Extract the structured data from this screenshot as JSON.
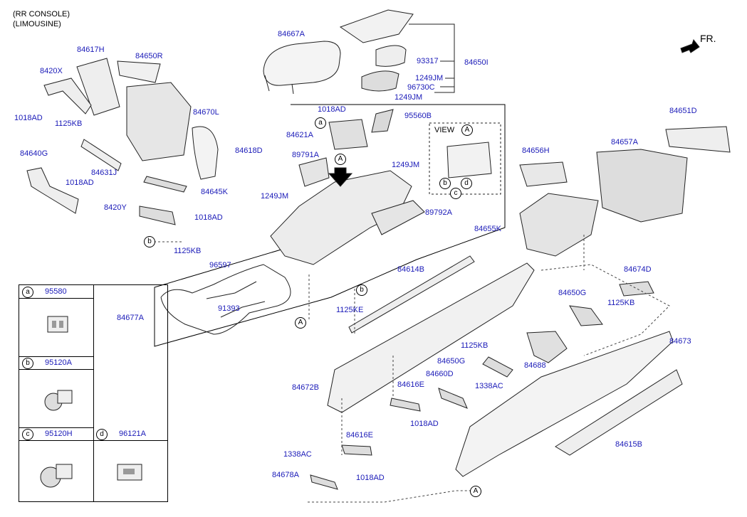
{
  "header": {
    "line1": "(RR CONSOLE)",
    "line2": "(LIMOUSINE)"
  },
  "front_indicator": "FR.",
  "view_label": "VIEW",
  "view_ref": "A",
  "parts": {
    "p84617H": "84617H",
    "p84650R": "84650R",
    "p8420X": "8420X",
    "p1018AD_a": "1018AD",
    "p1125KB_a": "1125KB",
    "p84670L": "84670L",
    "p84618D": "84618D",
    "p84640G": "84640G",
    "p84631J": "84631J",
    "p1018AD_b": "1018AD",
    "p84645K": "84645K",
    "p8420Y": "8420Y",
    "p1018AD_c": "1018AD",
    "p1125KB_b": "1125KB",
    "p84667A": "84667A",
    "p93317": "93317",
    "p84650I": "84650I",
    "p1249JM_a": "1249JM",
    "p96730C": "96730C",
    "p1249JM_b": "1249JM",
    "p1018AD_d": "1018AD",
    "p95560B": "95560B",
    "p84621A": "84621A",
    "p89791A": "89791A",
    "p1249JM_c": "1249JM",
    "p1249JM_d": "1249JM",
    "p89792A": "89792A",
    "p84651D": "84651D",
    "p84656H": "84656H",
    "p84657A": "84657A",
    "p84655K": "84655K",
    "p96597": "96597",
    "p91393": "91393",
    "p84677A": "84677A",
    "p1125KE": "1125KE",
    "p84614B": "84614B",
    "p84674D": "84674D",
    "p84650G_a": "84650G",
    "p1125KB_c": "1125KB",
    "p1125KB_d": "1125KB",
    "p84650G_b": "84650G",
    "p84688": "84688",
    "p84673": "84673",
    "p84672B": "84672B",
    "p84616E_a": "84616E",
    "p84660D": "84660D",
    "p1338AC_a": "1338AC",
    "p1018AD_e": "1018AD",
    "p84616E_b": "84616E",
    "p1338AC_b": "1338AC",
    "p84678A": "84678A",
    "p1018AD_f": "1018AD",
    "p84615B": "84615B"
  },
  "callouts": {
    "a": "a",
    "b": "b",
    "c": "c",
    "d": "d",
    "A": "A"
  },
  "legend": [
    {
      "key": "a",
      "part": "95580"
    },
    {
      "key": "b",
      "part": "95120A"
    },
    {
      "key": "c",
      "part": "95120H"
    },
    {
      "key": "d",
      "part": "96121A"
    }
  ]
}
